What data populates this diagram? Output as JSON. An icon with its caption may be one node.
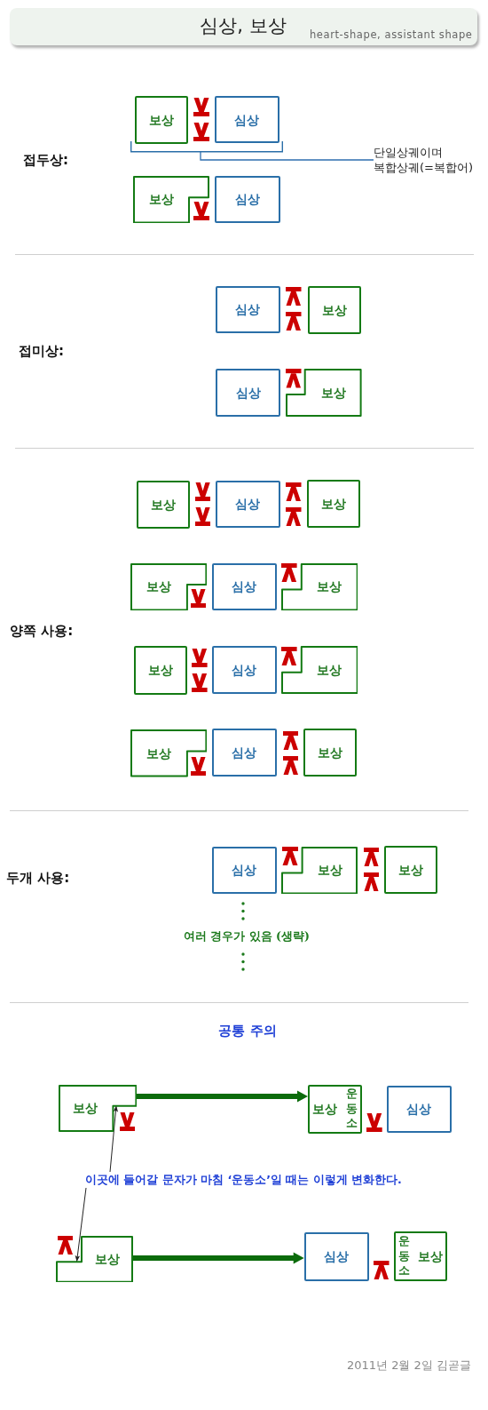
{
  "diagram": {
    "title": "심상, 보상",
    "nodes": [
      {
        "text": [
          "보상"
        ]
      },
      {
        "text": [
          "심상"
        ]
      },
      {
        "text": [],
        "shape": "bracket"
      },
      {
        "text": [
          "단일상궤이며 복합상궤(=복합어)"
        ]
      },
      {
        "text": [
          "보상"
        ]
      },
      {
        "text": [
          "심상"
        ]
      },
      {
        "text": [
          "심상"
        ]
      },
      {
        "text": [
          "보상"
        ]
      },
      {
        "text": [
          "심상"
        ]
      },
      {
        "text": [
          "보상"
        ]
      },
      {
        "text": [
          "보상"
        ]
      },
      {
        "text": [
          "심상"
        ]
      },
      {
        "text": [
          "보상"
        ]
      },
      {
        "text": [
          "보상"
        ]
      },
      {
        "text": [
          "심상"
        ]
      },
      {
        "text": [
          "보상"
        ]
      },
      {
        "text": [
          "보상"
        ]
      },
      {
        "text": [
          "심상"
        ]
      },
      {
        "text": [
          "보상"
        ]
      },
      {
        "text": [
          "보상"
        ]
      },
      {
        "text": [
          "심상"
        ]
      },
      {
        "text": [
          "보상"
        ]
      },
      {
        "text": [
          "심상"
        ]
      },
      {
        "text": [
          "보상"
        ]
      },
      {
        "text": [
          "보상"
        ]
      },
      {
        "text": [
          "보상"
        ]
      },
      {
        "text": [
          "보상",
          "운동소"
        ]
      },
      {
        "text": [
          "심상"
        ]
      },
      {
        "text": [
          "이곳에 들어갈 문자가 마침 ‘운동소’일 때는 이렇게 변화한다."
        ]
      },
      {
        "text": [
          "보상"
        ]
      },
      {
        "text": [
          "심상"
        ]
      },
      {
        "text": [
          "운동소",
          "보상"
        ]
      }
    ],
    "edges": [
      {
        "from": 3,
        "to": 2,
        "arrow": "none",
        "color": "#2f6fb0"
      },
      {
        "from": 25,
        "to": 26,
        "arrow": "to",
        "style": "thick",
        "color": "#0b6b0b"
      },
      {
        "from": 28,
        "to": 25,
        "arrow": "to"
      },
      {
        "from": 28,
        "to": 29,
        "arrow": "to"
      },
      {
        "from": 29,
        "to": 30,
        "arrow": "to",
        "style": "thick",
        "color": "#0b6b0b"
      }
    ],
    "labels": [
      "heart-shape, assistant shape",
      "접두상:",
      "접미상:",
      "양쪽 사용:",
      "두개 사용:",
      "여러 경우가 있음 (생략)",
      "공통 주의",
      "2011년 2월 2일 김곧글"
    ]
  }
}
